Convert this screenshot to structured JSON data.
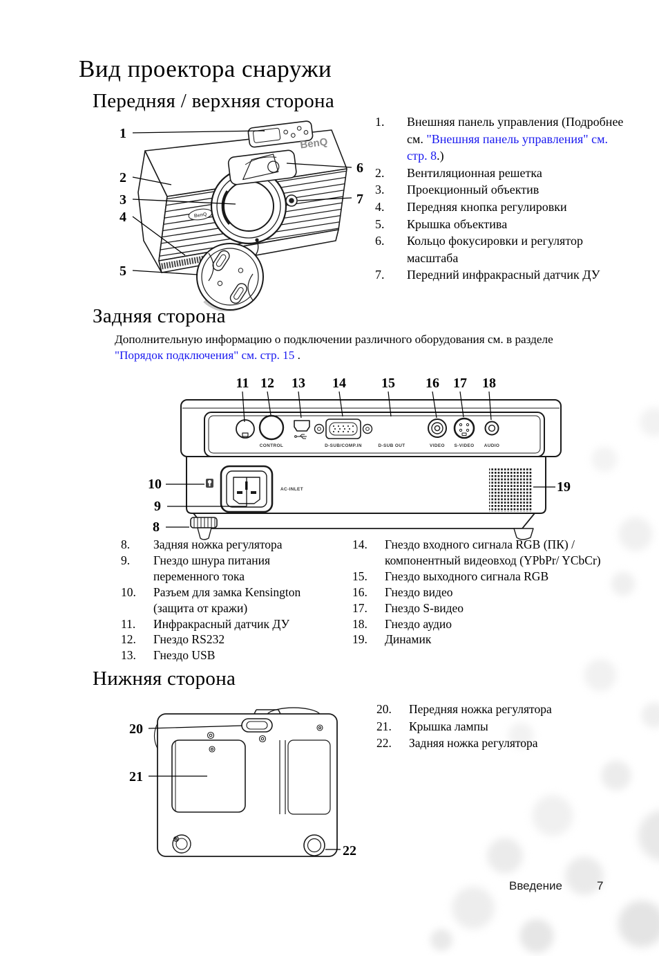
{
  "title": "Вид проектора снаружи",
  "brand": {
    "logo_top": "BenQ",
    "logo_front": "BenQ"
  },
  "front": {
    "heading": "Передняя / верхняя сторона",
    "callouts": [
      "1",
      "2",
      "3",
      "4",
      "5",
      "6",
      "7"
    ],
    "items": [
      {
        "num": "1.",
        "pre": "Внешняя панель управления (Подробнее см. ",
        "link": "\"Внешняя панель управления\" см. стр. 8",
        "post": ".)"
      },
      {
        "num": "2.",
        "text": "Вентиляционная решетка"
      },
      {
        "num": "3.",
        "text": "Проекционный объектив"
      },
      {
        "num": "4.",
        "text": "Передняя кнопка регулировки"
      },
      {
        "num": "5.",
        "text": "Крышка объектива"
      },
      {
        "num": "6.",
        "text": "Кольцо фокусировки и регулятор масштаба"
      },
      {
        "num": "7.",
        "text": "Передний инфракрасный датчик ДУ"
      }
    ]
  },
  "rear": {
    "heading": "Задняя сторона",
    "note_pre": "Дополнительную информацию о подключении различного оборудования см. в разделе ",
    "note_link": "\"Порядок подключения\" см. стр. 15",
    "note_post": " .",
    "callouts_top": [
      "11",
      "12",
      "13",
      "14",
      "15",
      "16",
      "17",
      "18"
    ],
    "callouts_side": [
      "10",
      "9",
      "8",
      "19"
    ],
    "port_labels": {
      "control": "CONTROL",
      "dsub_in": "D-SUB/COMP.IN",
      "dsub_out": "D-SUB OUT",
      "video": "VIDEO",
      "svideo": "S-VIDEO",
      "audio": "AUDIO",
      "ac_inlet": "AC-INLET"
    },
    "items_left": [
      {
        "num": "8.",
        "text": "Задняя ножка регулятора"
      },
      {
        "num": "9.",
        "text": "Гнездо шнура питания переменного тока"
      },
      {
        "num": "10.",
        "text": "Разъем для замка Kensington (защита от кражи)"
      },
      {
        "num": "11.",
        "text": "Инфракрасный датчик ДУ"
      },
      {
        "num": "12.",
        "text": "Гнездо RS232"
      },
      {
        "num": "13.",
        "text": "Гнездо USB"
      }
    ],
    "items_right": [
      {
        "num": "14.",
        "text": "Гнездо входного сигнала RGB (ПК) / компонентный видеовход (YPbPr/ YCbCr)"
      },
      {
        "num": "15.",
        "text": "Гнездо выходного сигнала RGB"
      },
      {
        "num": "16.",
        "text": "Гнездо видео"
      },
      {
        "num": "17.",
        "text": "Гнездо S-видео"
      },
      {
        "num": "18.",
        "text": "Гнездо аудио"
      },
      {
        "num": "19.",
        "text": "Динамик"
      }
    ]
  },
  "bottom": {
    "heading": "Нижняя сторона",
    "callouts": [
      "20",
      "21",
      "22"
    ],
    "items": [
      {
        "num": "20.",
        "text": "Передняя ножка регулятора"
      },
      {
        "num": "21.",
        "text": "Крышка лампы"
      },
      {
        "num": "22.",
        "text": "Задняя ножка регулятора"
      }
    ]
  },
  "footer": {
    "section": "Введение",
    "page": "7"
  }
}
